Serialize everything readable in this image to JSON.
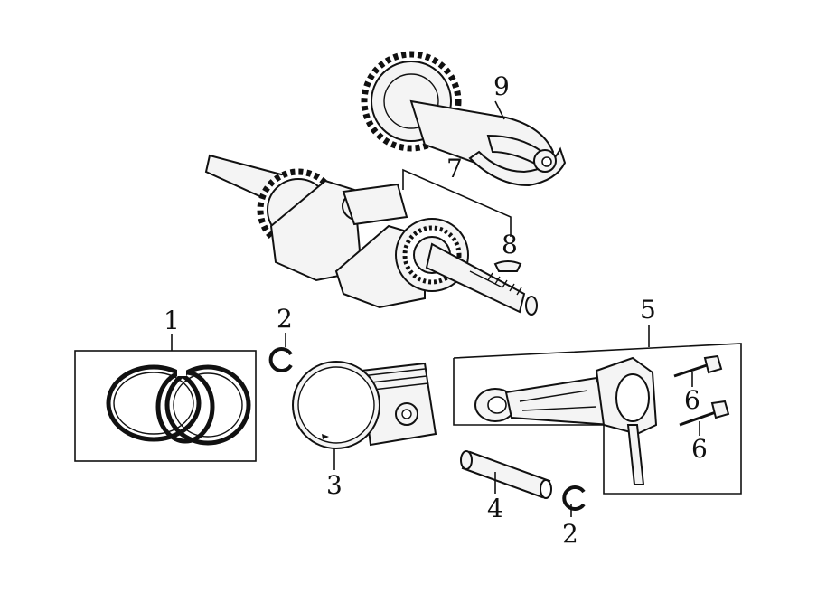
{
  "callouts": [
    {
      "id": "p1",
      "label": "1"
    },
    {
      "id": "p2a",
      "label": "2"
    },
    {
      "id": "p3",
      "label": "3"
    },
    {
      "id": "p4",
      "label": "4"
    },
    {
      "id": "p2b",
      "label": "2"
    },
    {
      "id": "p5",
      "label": "5"
    },
    {
      "id": "p6a",
      "label": "6"
    },
    {
      "id": "p6b",
      "label": "6"
    },
    {
      "id": "p7",
      "label": "7"
    },
    {
      "id": "p8",
      "label": "8"
    },
    {
      "id": "p9",
      "label": "9"
    }
  ],
  "parts": {
    "piston_rings": "piston-rings",
    "piston_clip": "piston-pin-clip",
    "piston": "piston",
    "piston_pin": "piston-pin",
    "connecting_rod": "connecting-rod",
    "rod_bolt": "connecting-rod-bolt",
    "crankshaft": "crankshaft",
    "key": "woodruff-key",
    "camshaft": "camshaft"
  }
}
